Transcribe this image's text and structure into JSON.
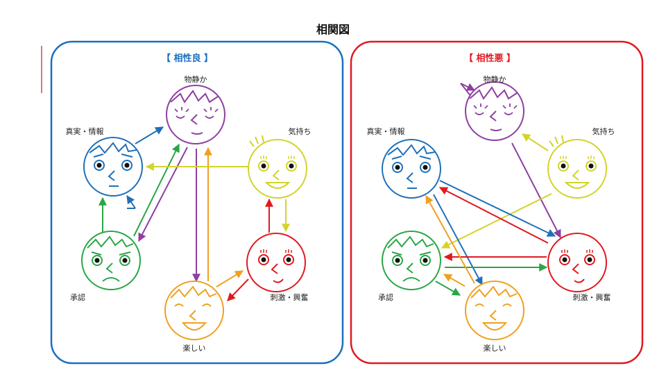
{
  "title": "相関図",
  "colors": {
    "good_frame": "#1a6fbf",
    "bad_frame": "#e0191f",
    "accent_line": "#c0504d",
    "blue": "#1f70b8",
    "purple": "#8e3fa0",
    "yellow": "#d3d32a",
    "green": "#2aa646",
    "red": "#e0191f",
    "orange": "#f0a020"
  },
  "panels": [
    {
      "id": "good",
      "title": "【 相性良 】",
      "labels": {
        "quiet": "物静か",
        "truth": "真実・情報",
        "feeling": "気持ち",
        "approval": "承認",
        "excite": "刺激・興奮",
        "fun": "楽しい"
      }
    },
    {
      "id": "bad",
      "title": "【 相性悪 】",
      "labels": {
        "quiet": "物静か",
        "truth": "真実・情報",
        "feeling": "気持ち",
        "approval": "承認",
        "excite": "刺激・興奮",
        "fun": "楽しい"
      }
    }
  ]
}
